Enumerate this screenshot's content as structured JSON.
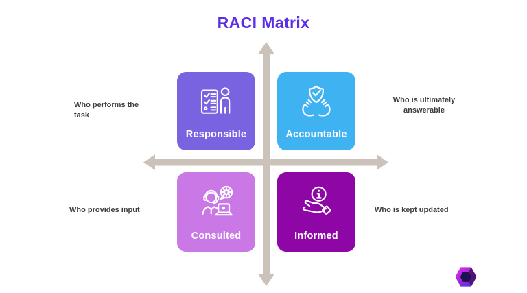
{
  "title": "RACI Matrix",
  "cards": {
    "responsible": {
      "label": "Responsible",
      "color": "#7A63E1",
      "icon": "checklist-person-icon",
      "annotation": "Who performs the task"
    },
    "accountable": {
      "label": "Accountable",
      "color": "#3FB2F1",
      "icon": "hands-holding-shield-icon",
      "annotation": "Who is ultimately answerable"
    },
    "consulted": {
      "label": "Consulted",
      "color": "#C978E5",
      "icon": "support-agent-gear-icon",
      "annotation": "Who provides input"
    },
    "informed": {
      "label": "Informed",
      "color": "#8E06A6",
      "icon": "hand-holding-info-icon",
      "annotation": "Who is kept updated"
    }
  },
  "colors": {
    "title": "#5A2EE5",
    "arrow": "#CBC2B9",
    "annotation_text": "#3E3E3E",
    "card_label_text": "#FFFFFF",
    "background": "#FFFFFF"
  },
  "logo": {
    "name": "cube-logo",
    "gradient": [
      "#ED2BF2",
      "#9C2BD8",
      "#4630E8"
    ],
    "right_face": "#50106E",
    "inner": "#1E1150"
  }
}
